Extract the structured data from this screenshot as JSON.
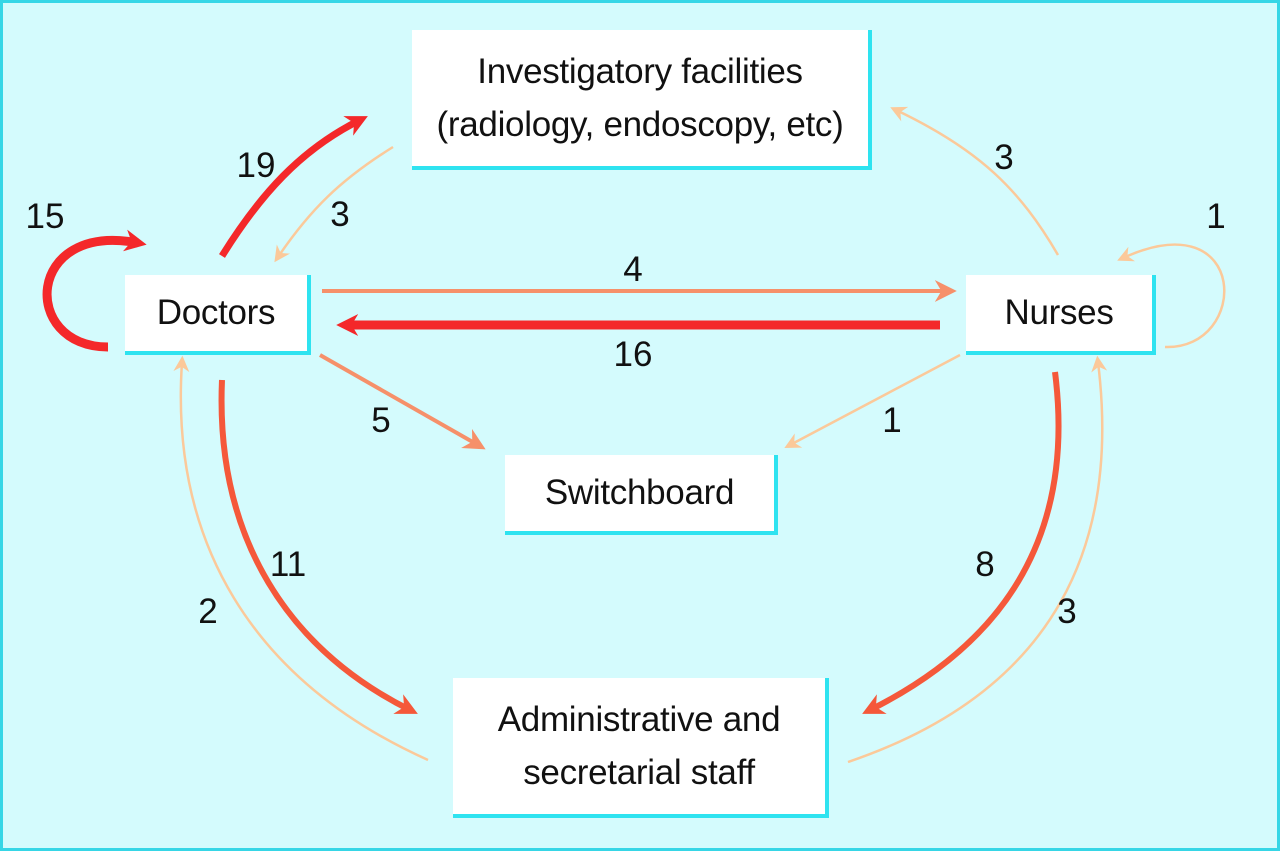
{
  "nodes": {
    "investigatory": {
      "line1": "Investigatory facilities",
      "line2": "(radiology, endoscopy, etc)"
    },
    "doctors": {
      "label": "Doctors"
    },
    "nurses": {
      "label": "Nurses"
    },
    "switchboard": {
      "label": "Switchboard"
    },
    "admin": {
      "line1": "Administrative and",
      "line2": "secretarial staff"
    }
  },
  "flows": {
    "doctors_self": "15",
    "doctors_to_investigatory": "19",
    "investigatory_to_doctors": "3",
    "nurses_to_investigatory": "3",
    "nurses_self": "1",
    "doctors_to_nurses": "4",
    "nurses_to_doctors": "16",
    "doctors_to_switchboard": "5",
    "nurses_to_switchboard": "1",
    "doctors_to_admin": "11",
    "admin_to_doctors": "2",
    "nurses_to_admin": "8",
    "admin_to_nurses": "3"
  },
  "colors": {
    "background": "#d4fbfd",
    "box_shadow": "#2ee3f0",
    "strong_arrow": "#f4282a",
    "medium_arrow": "#f5583a",
    "light_arrow": "#f6906a",
    "faint_arrow": "#fbc99a"
  }
}
